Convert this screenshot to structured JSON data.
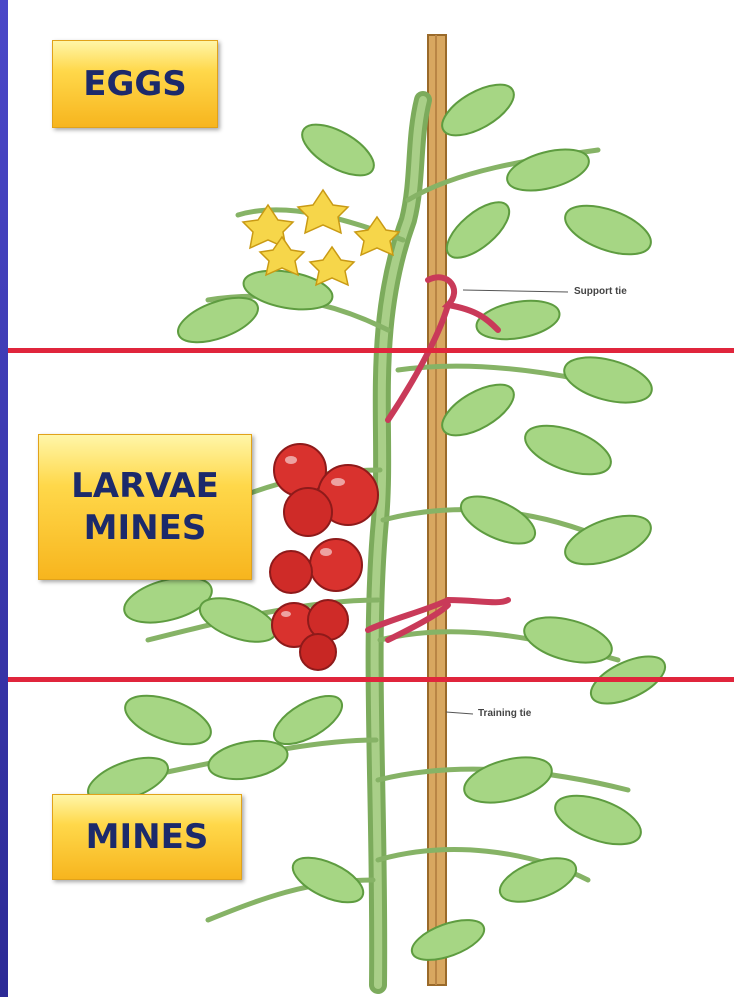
{
  "labels": {
    "eggs": "EGGS",
    "larvae": "LARVAE\nMINES",
    "mines": "MINES"
  },
  "callouts": {
    "support_tie": "Support tie",
    "training_tie": "Training tie"
  },
  "colors": {
    "background": "#3b39b5",
    "divider": "#e0253c",
    "label_text": "#1c2a6b",
    "label_fill": "#ffd84a"
  }
}
